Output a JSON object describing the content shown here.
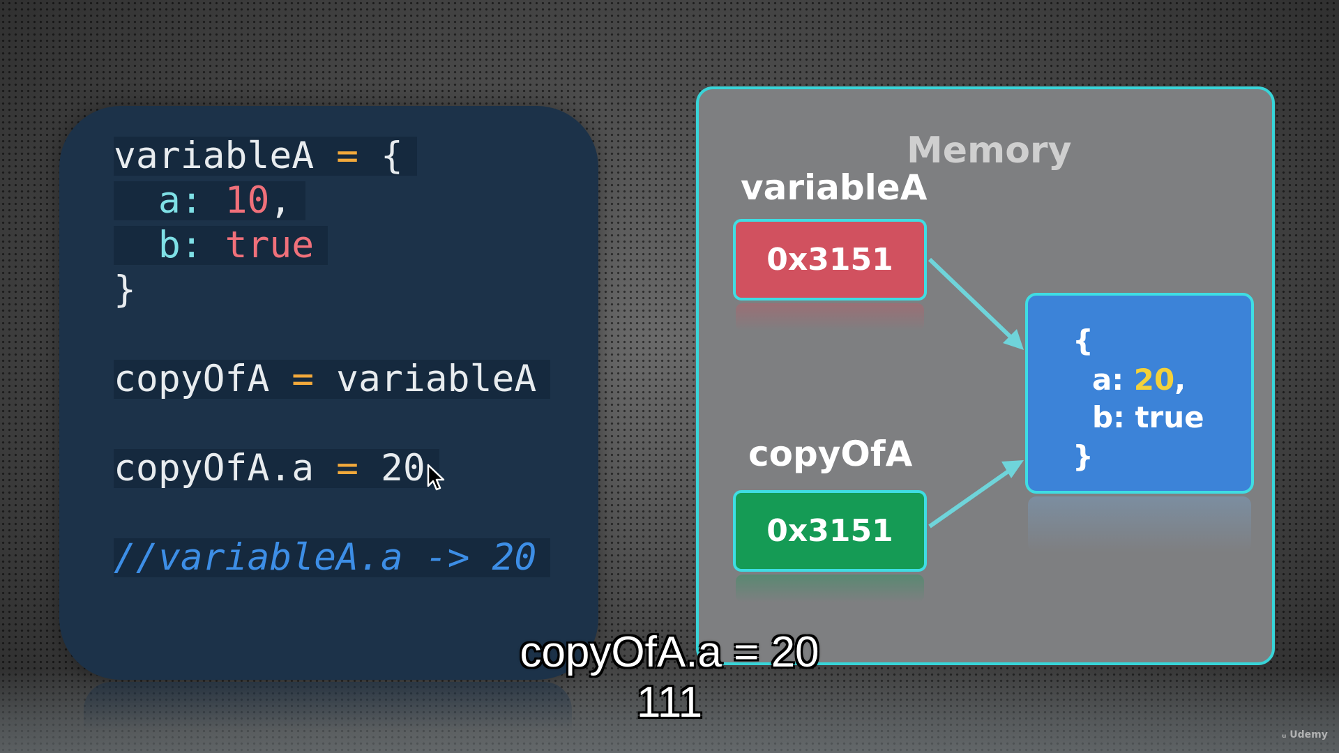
{
  "code": {
    "line1": {
      "name": "variableA",
      "op": "=",
      "brace": "{"
    },
    "line2": {
      "key": "a:",
      "value": "10",
      "comma": ","
    },
    "line3": {
      "key": "b:",
      "value": "true"
    },
    "line4": {
      "brace": "}"
    },
    "line5": {
      "left": "copyOfA",
      "op": "=",
      "right": "variableA"
    },
    "line6": {
      "left": "copyOfA.a",
      "op": "=",
      "right": "20"
    },
    "line7": {
      "comment": "//variableA.a -> 20"
    }
  },
  "memory": {
    "title": "Memory",
    "var_a": {
      "label": "variableA",
      "address": "0x3151",
      "color": "#d1515f"
    },
    "var_b": {
      "label": "copyOfA",
      "address": "0x3151",
      "color": "#159b55"
    },
    "object": {
      "open": "{",
      "a_key": "a:",
      "a_value": "20",
      "a_comma": ",",
      "b_line": "b: true",
      "close": "}"
    },
    "accent_color": "#38d4d8"
  },
  "subtitles": {
    "line1": "copyOfA.a = 20",
    "line2": "111"
  },
  "watermark": "Udemy"
}
